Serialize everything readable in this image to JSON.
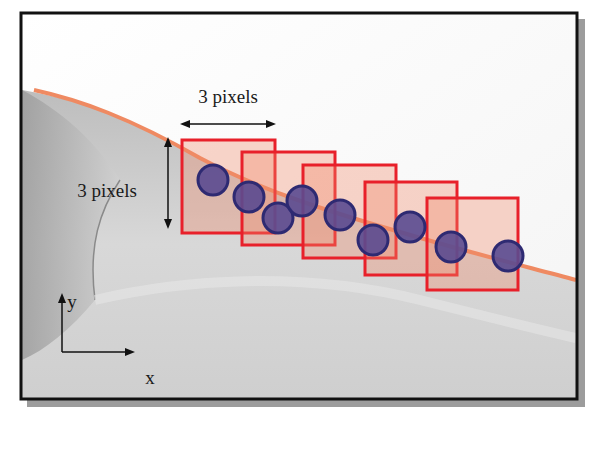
{
  "diagram": {
    "labels": [
      "3 pixels",
      "3 pixels",
      "y",
      "x"
    ]
  }
}
